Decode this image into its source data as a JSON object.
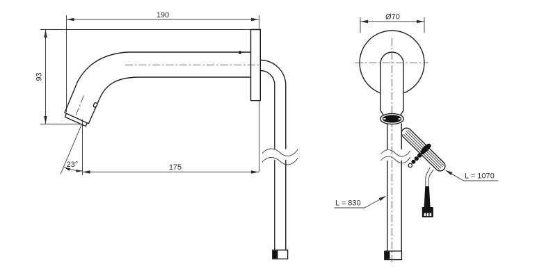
{
  "diagram": {
    "kind": "faucet-installation-technical-drawing",
    "views": [
      "side-view",
      "front-view"
    ]
  },
  "labels": {
    "spout_reach": "190",
    "spout_height": "93",
    "spout_projection": "175",
    "outlet_angle": "23°",
    "flange_diameter": "Ø70",
    "hose_length": "L = 830",
    "cable_length": "L = 1070"
  },
  "colors": {
    "background": "#ffffff",
    "object_line": "#1e1e1e",
    "thin_line": "#3d3d3d",
    "text": "#2b2b2b"
  }
}
